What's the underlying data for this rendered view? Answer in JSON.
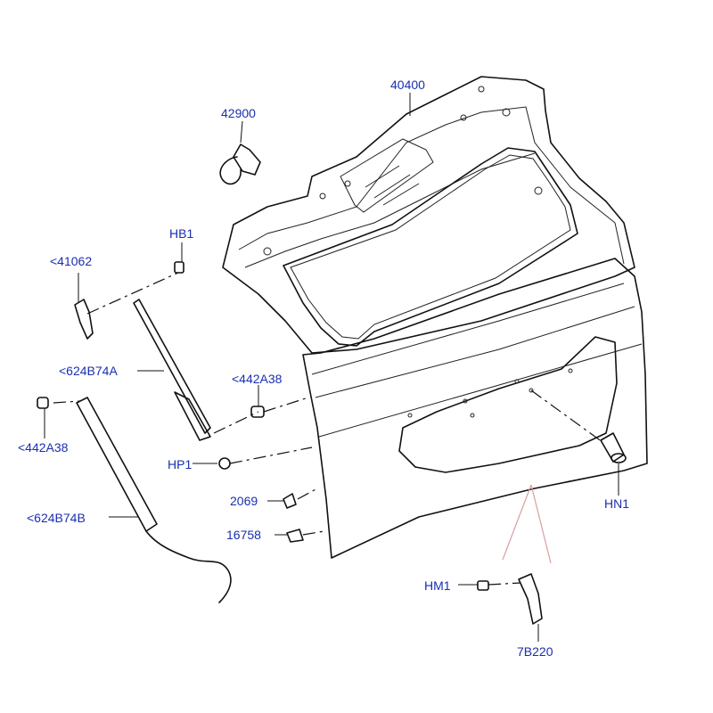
{
  "colors": {
    "label": "#1a2fb0",
    "line": "#111111",
    "marker": "#d9a0a0"
  },
  "labels": {
    "l40400": "40400",
    "l42900": "42900",
    "lHB1": "HB1",
    "l41062": "<41062",
    "l624B74A": "<624B74A",
    "l442A38_right": "<442A38",
    "l442A38_left": "<442A38",
    "lHP1": "HP1",
    "l2069": "2069",
    "l16758": "16758",
    "l624B74B": "<624B74B",
    "lHN1": "HN1",
    "lHM1": "HM1",
    "l7B220": "7B220"
  }
}
